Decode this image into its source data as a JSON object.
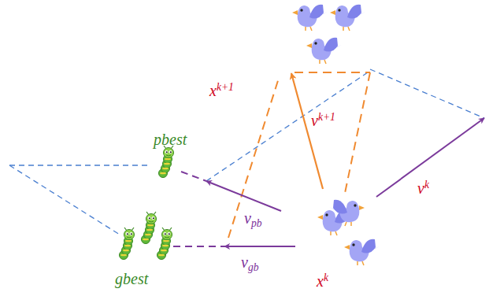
{
  "diagram": {
    "labels": [
      "pbest",
      "gbest",
      "xk+1",
      "vk+1",
      "vk",
      "vpb",
      "vgb",
      "xk"
    ]
  }
}
